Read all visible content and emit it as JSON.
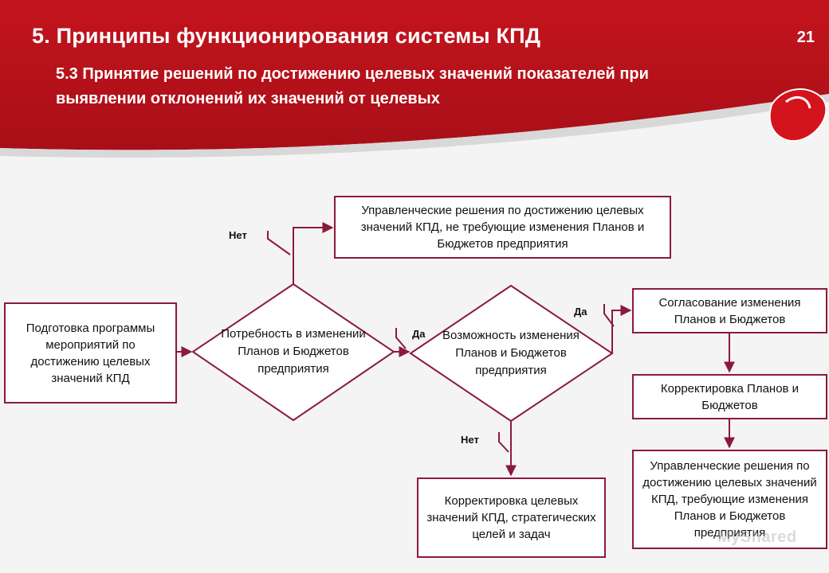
{
  "header": {
    "title": "5. Принципы функционирования системы КПД",
    "subtitle": "5.3 Принятие решений по достижению целевых значений показателей при выявлении отклонений их значений от целевых",
    "page_number": "21"
  },
  "flowchart": {
    "start_box": "Подготовка программы мероприятий по достижению целевых значений КПД",
    "decision_1": "Потребность в изменении Планов и Бюджетов предприятия",
    "decision_2": "Возможность изменения Планов и Бюджетов предприятия",
    "top_box": "Управленческие решения по достижению целевых значений КПД, не требующие изменения Планов и Бюджетов предприятия",
    "right_box_1": "Согласование изменения Планов и Бюджетов",
    "right_box_2": "Корректировка Планов и Бюджетов",
    "right_box_3": "Управленческие решения по достижению целевых значений КПД, требующие изменения Планов и Бюджетов предприятия",
    "bottom_box": "Корректировка целевых значений КПД, стратегических целей и задач",
    "label_no_1": "Нет",
    "label_yes_1": "Да",
    "label_yes_2": "Да",
    "label_no_2": "Нет"
  },
  "watermark": "MyShared",
  "colors": {
    "header_red": "#b5121b",
    "border": "#8b1a3a"
  }
}
